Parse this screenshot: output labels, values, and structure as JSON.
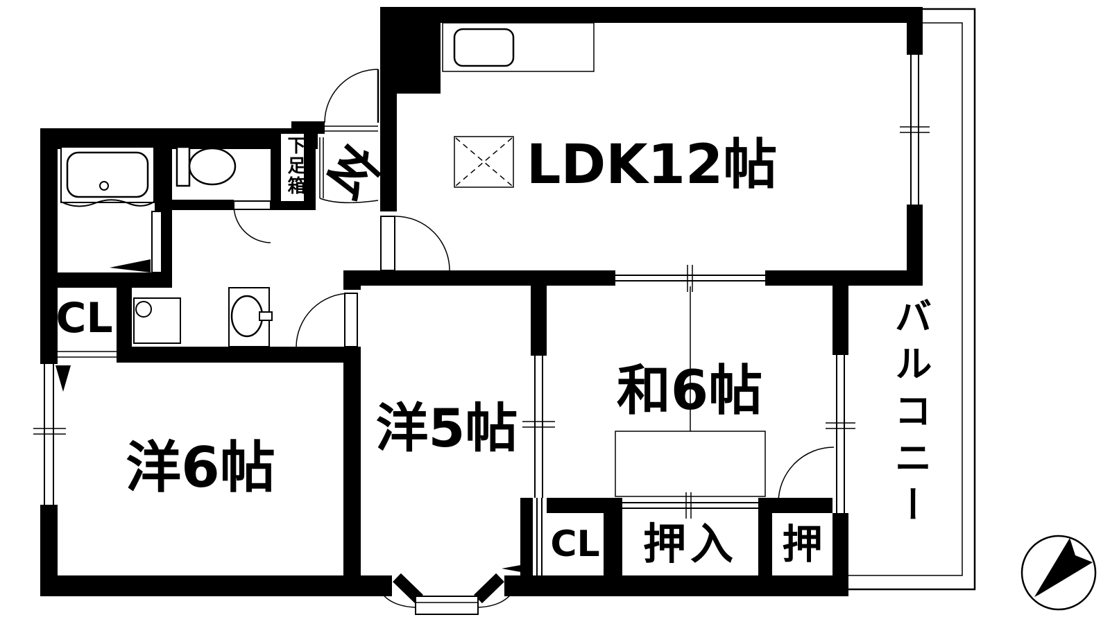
{
  "labels": {
    "ldk": "LDK12帖",
    "western_6": "洋6帖",
    "western_5": "洋5帖",
    "japanese_6": "和6帖",
    "entrance": "玄",
    "shoe_box": "下足箱",
    "closet_hallway": "CL",
    "closet_bedroom": "CL",
    "oshiire": "押入",
    "oshi": "押",
    "balcony": "バルコニー"
  },
  "colors": {
    "wall": "#000000",
    "floor": "#ffffff"
  },
  "icons": {
    "compass": "north-arrow"
  }
}
